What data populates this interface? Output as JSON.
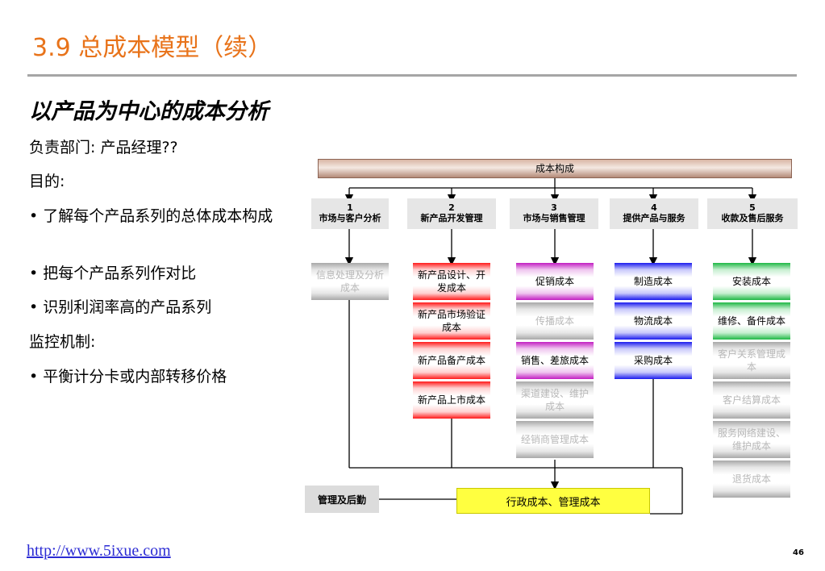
{
  "title": "3.9 总成本模型（续）",
  "subtitle": "以产品为中心的成本分析",
  "left_text": {
    "responsible": "负责部门: 产品经理??",
    "purpose_label": "目的:",
    "purpose_items": [
      "• 了解每个产品系列的总体成本构成",
      "• 把每个产品系列作对比",
      "• 识别利润率高的产品系列"
    ],
    "monitor_label": "监控机制:",
    "monitor_items": [
      "• 平衡计分卡或内部转移价格"
    ]
  },
  "diagram": {
    "root": "成本构成",
    "departments": [
      {
        "num": "1",
        "name": "市场与客户分析"
      },
      {
        "num": "2",
        "name": "新产品开发管理"
      },
      {
        "num": "3",
        "name": "市场与销售管理"
      },
      {
        "num": "4",
        "name": "提供产品与服务"
      },
      {
        "num": "5",
        "name": "收款及售后服务"
      }
    ],
    "col1": [
      "信息处理及分析成本"
    ],
    "col2": [
      "新产品设计、开发成本",
      "新产品市场验证成本",
      "新产品备产成本",
      "新产品上市成本"
    ],
    "col3": [
      "促销成本",
      "传播成本",
      "销售、差旅成本",
      "渠道建设、维护成本",
      "经销商管理成本"
    ],
    "col4": [
      "制造成本",
      "物流成本",
      "采购成本"
    ],
    "col5": [
      "安装成本",
      "维修、备件成本",
      "客户关系管理成本",
      "客户结算成本",
      "服务网络建设、维护成本",
      "退货成本"
    ],
    "mgmt": "管理及后勤",
    "admin": "行政成本、管理成本"
  },
  "footer": {
    "link": "http://www.5ixue.com",
    "page": "46"
  }
}
